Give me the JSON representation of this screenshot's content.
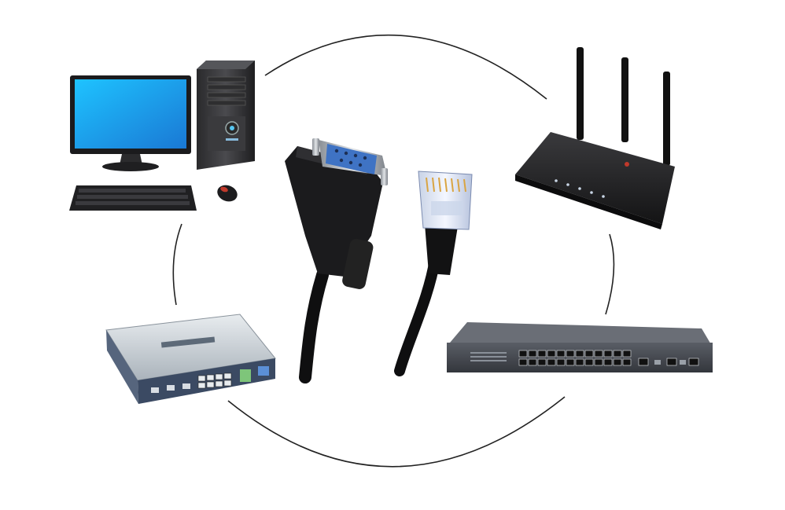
{
  "diagram": {
    "devices": [
      {
        "id": "desktop-pc",
        "icon": "desktop-computer-icon"
      },
      {
        "id": "wifi-router",
        "icon": "wireless-router-icon"
      },
      {
        "id": "network-switch",
        "icon": "network-switch-icon"
      },
      {
        "id": "vpn-router",
        "icon": "vpn-router-icon"
      }
    ],
    "center": [
      {
        "id": "serial-console-cable",
        "icon": "db9-serial-connector-icon"
      },
      {
        "id": "ethernet-cable",
        "icon": "rj45-connector-icon"
      }
    ],
    "colors": {
      "ring": "#222222",
      "device_black": "#1c1c1e",
      "monitor_screen": "#22a6e6",
      "db9_blue": "#3f73c4",
      "switch_gray": "#4a4d55",
      "vpn_panel": "#3b4a63"
    }
  }
}
